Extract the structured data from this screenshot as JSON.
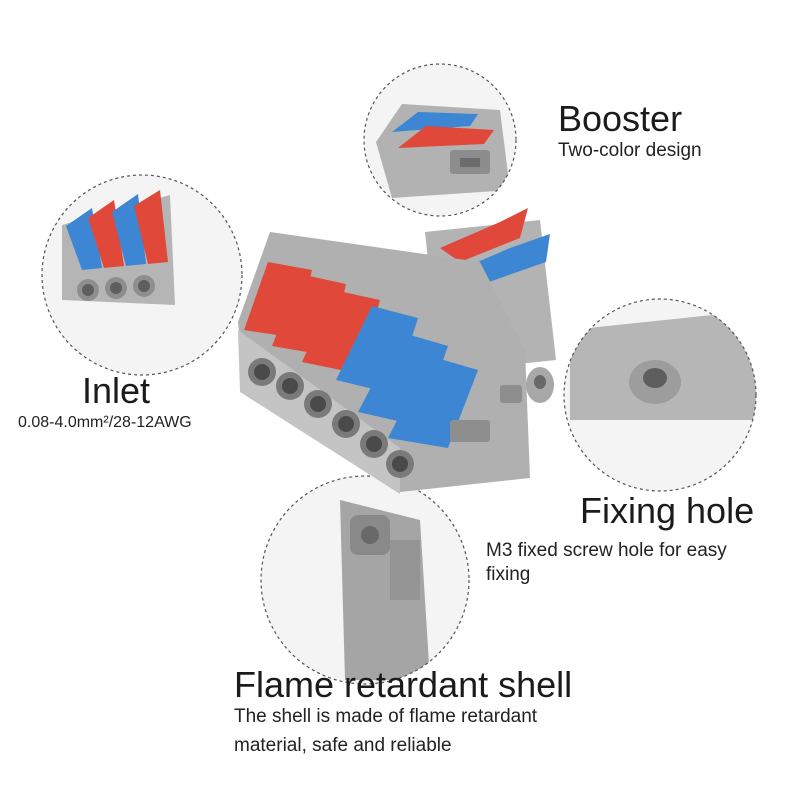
{
  "booster": {
    "title": "Booster",
    "desc": "Two-color design"
  },
  "inlet": {
    "title": "Inlet",
    "spec": "0.08-4.0mm²/28-12AWG"
  },
  "fixing_hole": {
    "title": "Fixing hole",
    "desc_line1": "M3 fixed screw hole for easy",
    "desc_line2": "fixing"
  },
  "flame_shell": {
    "title": "Flame retardant shell",
    "desc_line1": "The shell is made of flame retardant",
    "desc_line2": "material, safe and reliable"
  },
  "colors": {
    "lever_red": "#e0483a",
    "lever_blue": "#3d86d4",
    "housing_gray": "#a9a8a8",
    "circle_border": "#555555"
  }
}
